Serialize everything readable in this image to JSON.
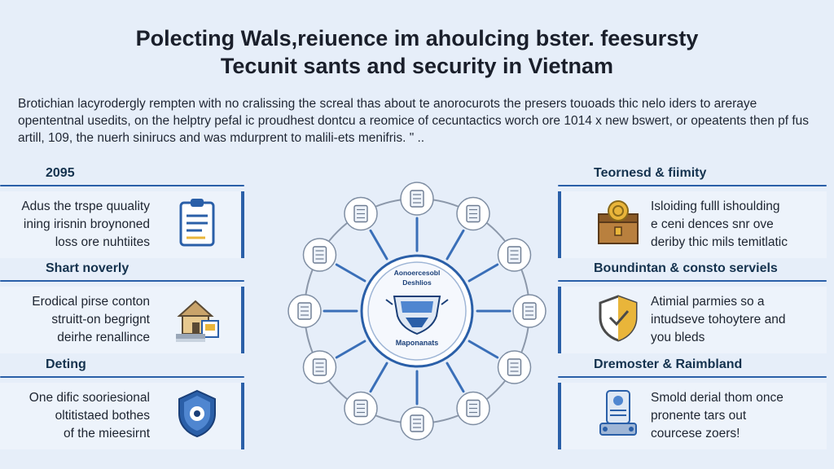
{
  "title": {
    "line1": "Polecting Wals,reiuence im ahoulcing bster. feesursty",
    "line2": "Tecunit sants and security in Vietnam"
  },
  "intro": "Brotichian lacyrodergly rempten with no cralissing the screal thas about te anorocurots the presers touoads thic nelo iders to areraye opententnal usedits, on the helptry pefal ic proudhest dontcu a reomice of cecuntactics worch ore 1014 x new bswert, or opeatents then pf fus artill, 109, the nuerh sinirucs and was mdurprent to malili-ets menifris. \" ..",
  "left": [
    {
      "heading": "2095",
      "lines": [
        "Adus the trspe quuality",
        "ining irisnin broynoned",
        "loss ore nuhtiites"
      ],
      "icon": "clipboard-icon"
    },
    {
      "heading": "Shart noverly",
      "lines": [
        "Erodical pirse conton",
        "struitt-on begrignt",
        "deirhe renallince"
      ],
      "icon": "house-documents-icon"
    },
    {
      "heading": "Deting",
      "lines": [
        "One dific sooriesional",
        "oltitistaed bothes",
        "of the mieesirnt"
      ],
      "icon": "shield-lock-icon"
    }
  ],
  "right": [
    {
      "heading": "Teornesd & fiimity",
      "lines": [
        "Isloiding fulll ishoulding",
        "e ceni dences snr ove",
        "deriby thic mils temitlatic"
      ],
      "icon": "treasure-chest-icon"
    },
    {
      "heading": "Boundintan & consto serviels",
      "lines": [
        "Atimial parmies so a",
        "intudseve tohoytere and",
        "you bleds"
      ],
      "icon": "shield-icon"
    },
    {
      "heading": "Dremoster & Raimbland",
      "lines": [
        "Smold derial thom once",
        "pronente tars out",
        "courcese zoers!"
      ],
      "icon": "robot-server-icon"
    }
  ],
  "hub": {
    "top_text": "Aonoercesobl",
    "mid_text": "Deshlios",
    "bottom_text": "Maponanats",
    "emblem": "shield-emblem-icon"
  },
  "ring_nodes": [
    "document-icon",
    "server-stack-icon",
    "scroll-icon",
    "folder-icon",
    "tablet-icon",
    "coin-icon",
    "warning-triangle-icon",
    "lock-icon",
    "chip-icon",
    "laptop-icon",
    "id-card-icon",
    "network-node-icon"
  ],
  "colors": {
    "accent": "#2a5fa8",
    "spoke": "#3a6fb8",
    "ring": "#8c98aa",
    "hub_bg": "#f5f8fd",
    "gold": "#e9b53a"
  }
}
